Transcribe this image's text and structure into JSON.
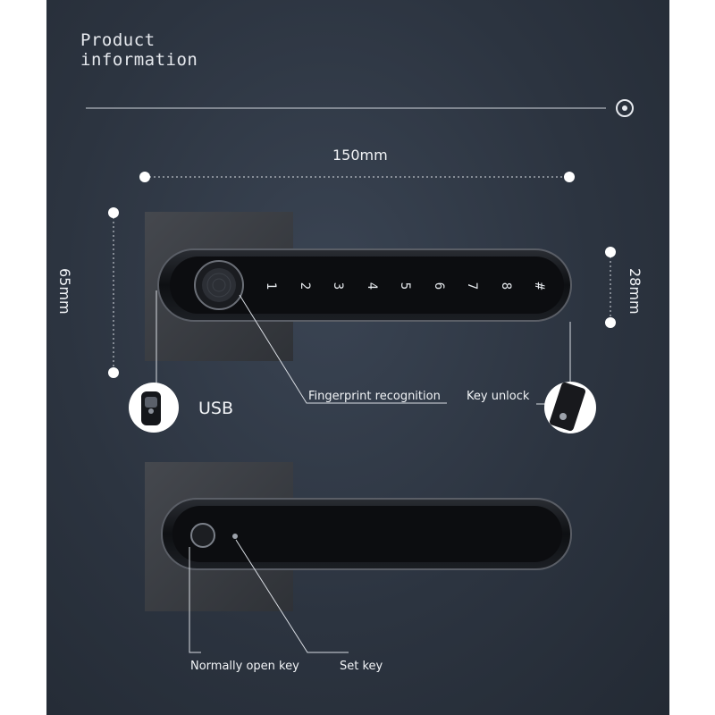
{
  "title": {
    "line1": "Product",
    "line2": "information"
  },
  "dimensions": {
    "width": "150mm",
    "height": "65mm",
    "handle": "28mm"
  },
  "keypad": [
    "1",
    "2",
    "3",
    "4",
    "5",
    "6",
    "7",
    "8",
    "#"
  ],
  "labels": {
    "usb": "USB",
    "fingerprint": "Fingerprint recognition",
    "key_unlock": "Key unlock",
    "normally_open": "Normally open key",
    "set_key": "Set key"
  },
  "colors": {
    "background": "#2c3440",
    "handle": "#121418",
    "plate": "#3b3e44",
    "line": "#d9dde3"
  }
}
